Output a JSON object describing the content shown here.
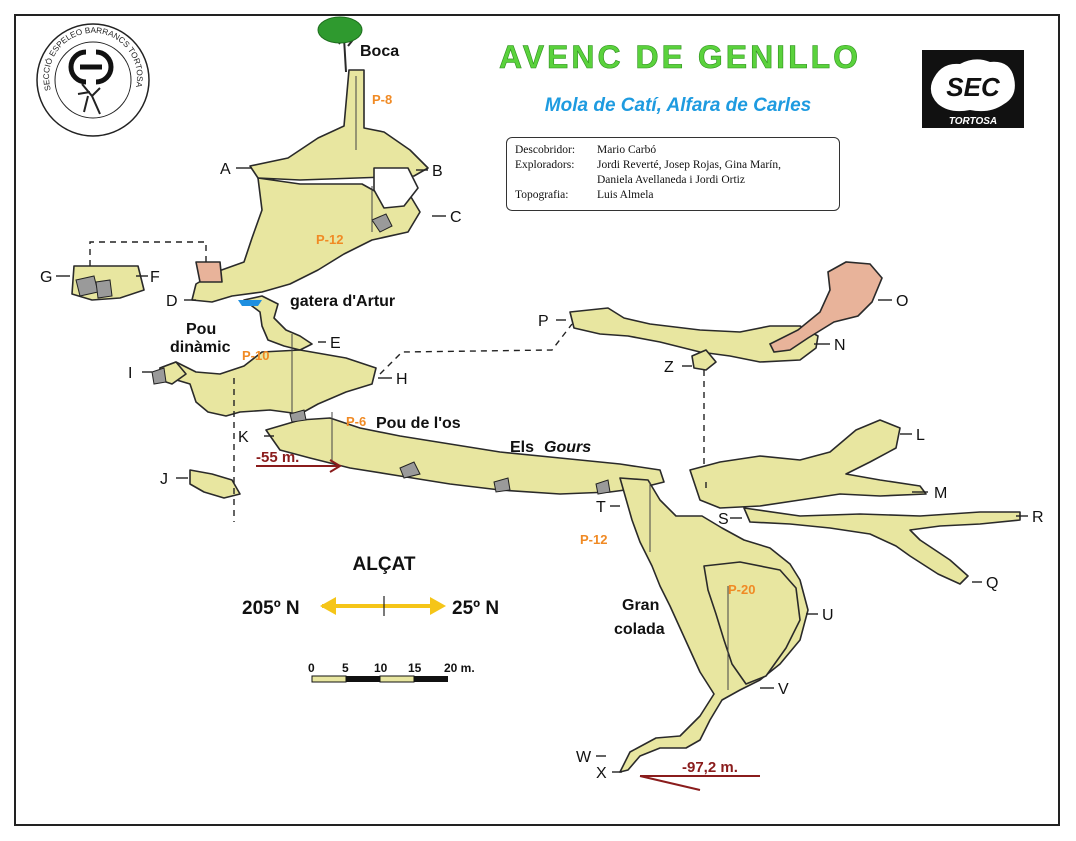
{
  "title": "AVENC DE GENILLO",
  "subtitle": "Mola de Catí, Alfara de Carles",
  "logo_left_text": "SECCIÓ ESPELEO BARRANCS TORTOSA",
  "logo_right_text": "TORTOSA",
  "logo_monogram": "SEC",
  "info": {
    "rows": [
      {
        "key": "Descobridor:",
        "value": "Mario Carbó"
      },
      {
        "key": "Exploradors:",
        "value": "Jordi Reverté, Josep Rojas, Gina Marín,"
      },
      {
        "key": "",
        "value": "Daniela Avellaneda i Jordi Ortiz"
      },
      {
        "key": "Topografia:",
        "value": "Luis Almela"
      }
    ]
  },
  "labels": {
    "boca": "Boca",
    "gatera": "gatera d'Artur",
    "pou_dinamic_1": "Pou",
    "pou_dinamic_2": "dinàmic",
    "pou_os": "Pou de l'os",
    "els": "Els",
    "gours": "Gours",
    "gran": "Gran",
    "colada": "colada"
  },
  "pitches": {
    "p8": "P-8",
    "p12a": "P-12",
    "p10": "P-10",
    "p6": "P-6",
    "p12b": "P-12",
    "p20": "P-20"
  },
  "sections": {
    "A": "A",
    "B": "B",
    "C": "C",
    "D": "D",
    "E": "E",
    "F": "F",
    "G": "G",
    "H": "H",
    "I": "I",
    "J": "J",
    "K": "K",
    "L": "L",
    "M": "M",
    "N": "N",
    "O": "O",
    "P": "P",
    "Q": "Q",
    "R": "R",
    "S": "S",
    "T": "T",
    "U": "U",
    "V": "V",
    "W": "W",
    "X": "X",
    "Z": "Z"
  },
  "depths": {
    "d55": "-55 m.",
    "d97": "-97,2 m."
  },
  "orientation": {
    "title": "ALÇAT",
    "left": "205º N",
    "right": "25º N"
  },
  "scale": {
    "ticks": [
      "0",
      "5",
      "10",
      "15",
      "20 m."
    ]
  },
  "colors": {
    "cave_fill": "#e8e6a0",
    "cave_stroke": "#2a2a2a",
    "upper_chamber": "#e8b39a",
    "title_green": "#5ad23c",
    "subtitle_blue": "#1e9be0",
    "pitch_orange": "#f08a24",
    "depth_red": "#8a1c1c",
    "arrow_yellow": "#f5c518",
    "water": "#1e8fe0"
  }
}
